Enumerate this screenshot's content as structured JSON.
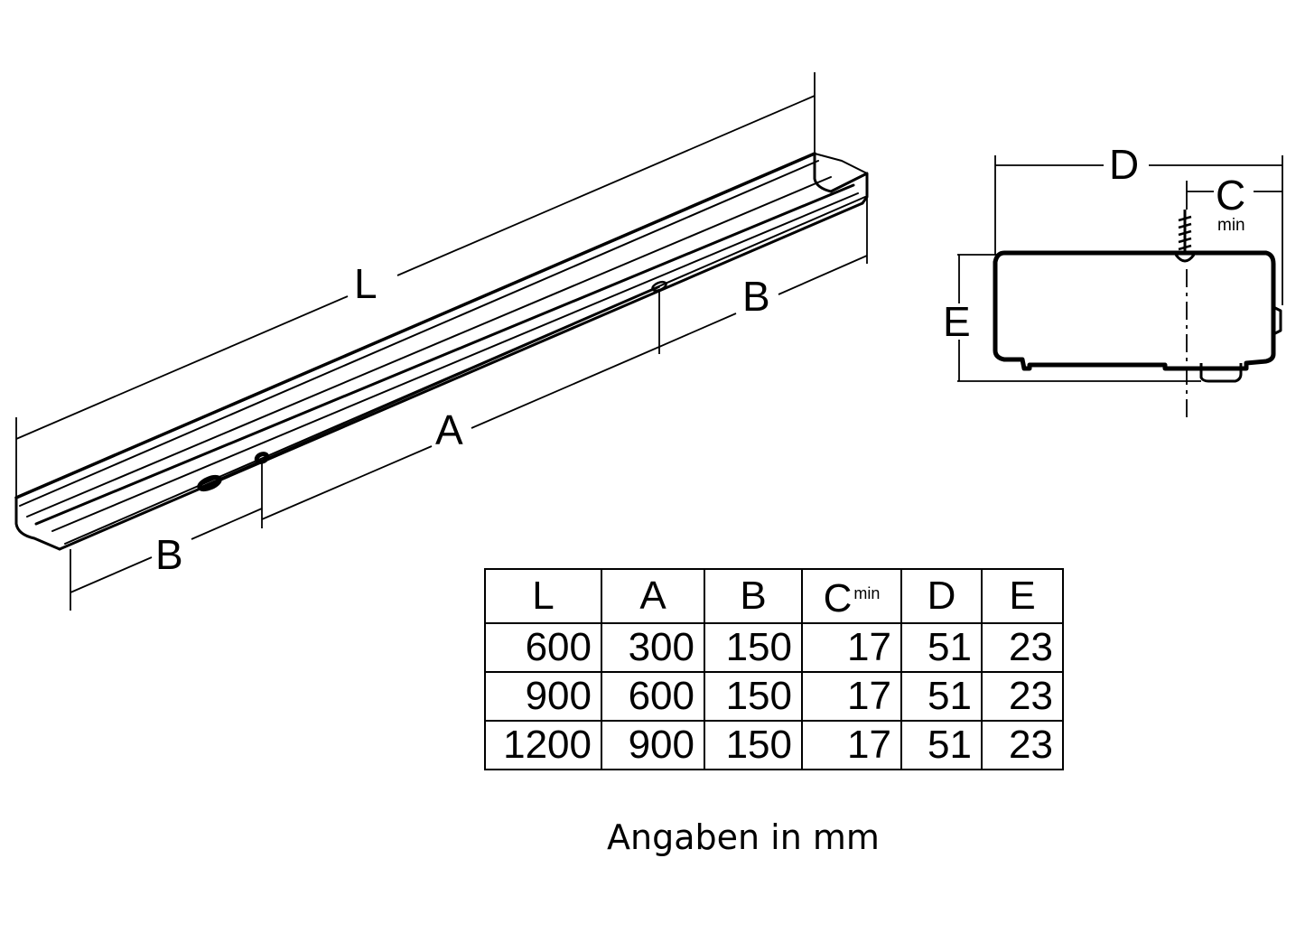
{
  "labels": {
    "L": "L",
    "A": "A",
    "B_right": "B",
    "B_left": "B",
    "D": "D",
    "C": "C",
    "C_sub": "min",
    "E": "E"
  },
  "table": {
    "headers": [
      {
        "main": "L",
        "sub": ""
      },
      {
        "main": "A",
        "sub": ""
      },
      {
        "main": "B",
        "sub": ""
      },
      {
        "main": "C",
        "sub": "min"
      },
      {
        "main": "D",
        "sub": ""
      },
      {
        "main": "E",
        "sub": ""
      }
    ],
    "rows": [
      [
        "600",
        "300",
        "150",
        "17",
        "51",
        "23"
      ],
      [
        "900",
        "600",
        "150",
        "17",
        "51",
        "23"
      ],
      [
        "1200",
        "900",
        "150",
        "17",
        "51",
        "23"
      ]
    ]
  },
  "note": "Angaben in mm"
}
